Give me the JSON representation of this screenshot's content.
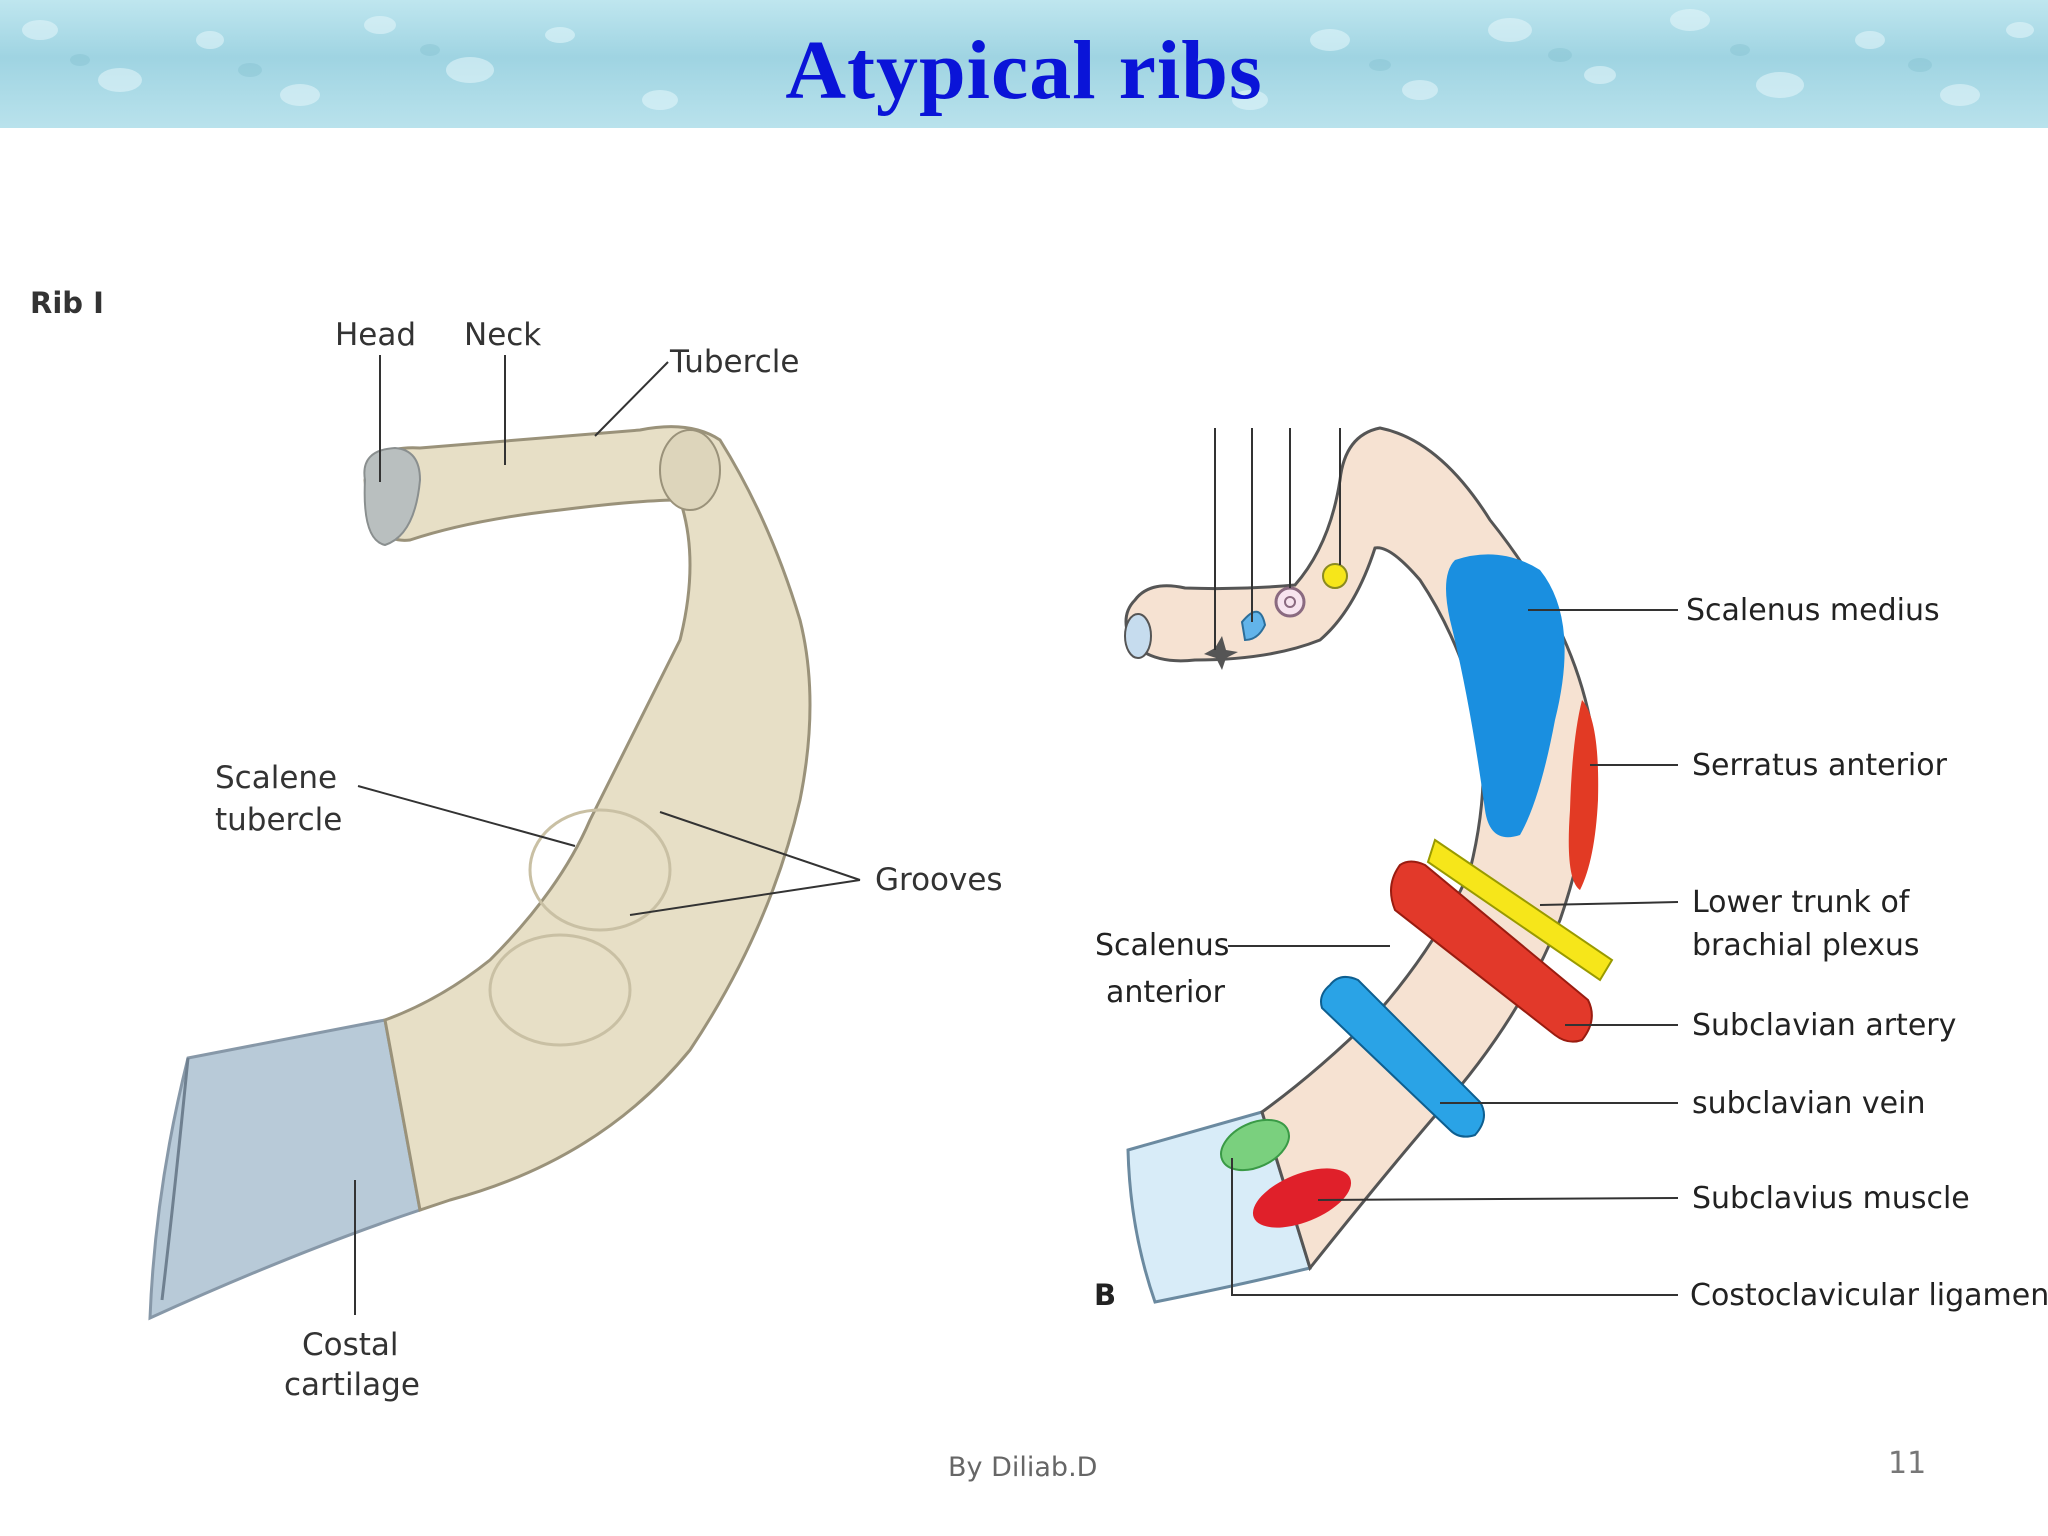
{
  "slide": {
    "title": "Atypical ribs",
    "author": "By Diliab.D",
    "page_number": "11"
  },
  "left_figure": {
    "heading": "Rib I",
    "labels": {
      "head": "Head",
      "neck": "Neck",
      "tubercle": "Tubercle",
      "scalene_1": "Scalene",
      "scalene_2": "tubercle",
      "grooves": "Grooves",
      "costal_1": "Costal",
      "costal_2": "cartilage"
    }
  },
  "right_figure": {
    "panel_letter": "B",
    "labels": {
      "scalenus_medius": "Scalenus medius",
      "serratus_anterior": "Serratus anterior",
      "lower_trunk_1": "Lower trunk of",
      "lower_trunk_2": "brachial plexus",
      "subclavian_artery": "Subclavian artery",
      "subclavian_vein": "subclavian vein",
      "subclavius_muscle": "Subclavius muscle",
      "costoclavicular_ligament": "Costoclavicular ligament",
      "scalenus_anterior_1": "Scalenus",
      "scalenus_anterior_2": "anterior"
    },
    "colors": {
      "bone": "#f6e2d2",
      "scalenus_medius": "#1a8fe0",
      "serratus_anterior": "#e23a24",
      "brachial_plexus": "#f6e61a",
      "subclavian_artery": "#e2392a",
      "subclavian_vein": "#2aa3e6",
      "subclavius_muscle": "#e0202a",
      "costoclavicular_ligament": "#4cc05a",
      "cartilage": "#d8ecf8"
    }
  }
}
